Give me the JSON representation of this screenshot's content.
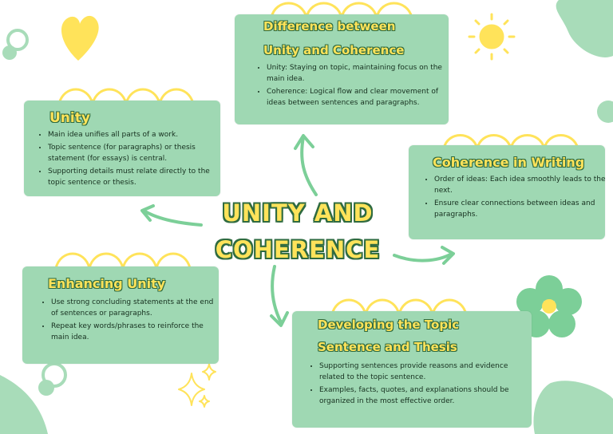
{
  "center": {
    "line1": "UNITY AND",
    "line2": "COHERENCE"
  },
  "cards": {
    "difference": {
      "title_line1": "Difference between",
      "title_line2": "Unity and Coherence",
      "bullets": [
        "Unity: Staying on topic, maintaining focus on the main idea.",
        "Coherence: Logical flow and clear movement of ideas between sentences and paragraphs."
      ]
    },
    "unity": {
      "title": "Unity",
      "bullets": [
        "Main idea unifies all parts of a work.",
        "Topic sentence (for paragraphs) or thesis statement (for essays) is central.",
        "Supporting details must relate directly to the topic sentence or thesis."
      ]
    },
    "coherence_writing": {
      "title": "Coherence in Writing",
      "bullets": [
        "Order of ideas: Each idea smoothly leads to the next.",
        "Ensure clear connections between ideas and paragraphs."
      ]
    },
    "enhancing": {
      "title": "Enhancing Unity",
      "bullets": [
        "Use strong concluding statements at the end of sentences or paragraphs.",
        "Repeat key words/phrases to reinforce the main idea."
      ]
    },
    "developing": {
      "title_line1": "Developing the Topic",
      "title_line2": "Sentence and Thesis",
      "bullets": [
        "Supporting sentences provide reasons and evidence related to the topic sentence.",
        "Examples, facts, quotes, and explanations should be organized in the most effective order."
      ]
    }
  },
  "colors": {
    "card": "#9fd8b3",
    "accent": "#ffe35a",
    "outline": "#2f6b40",
    "deco": "#a8dcb9"
  }
}
